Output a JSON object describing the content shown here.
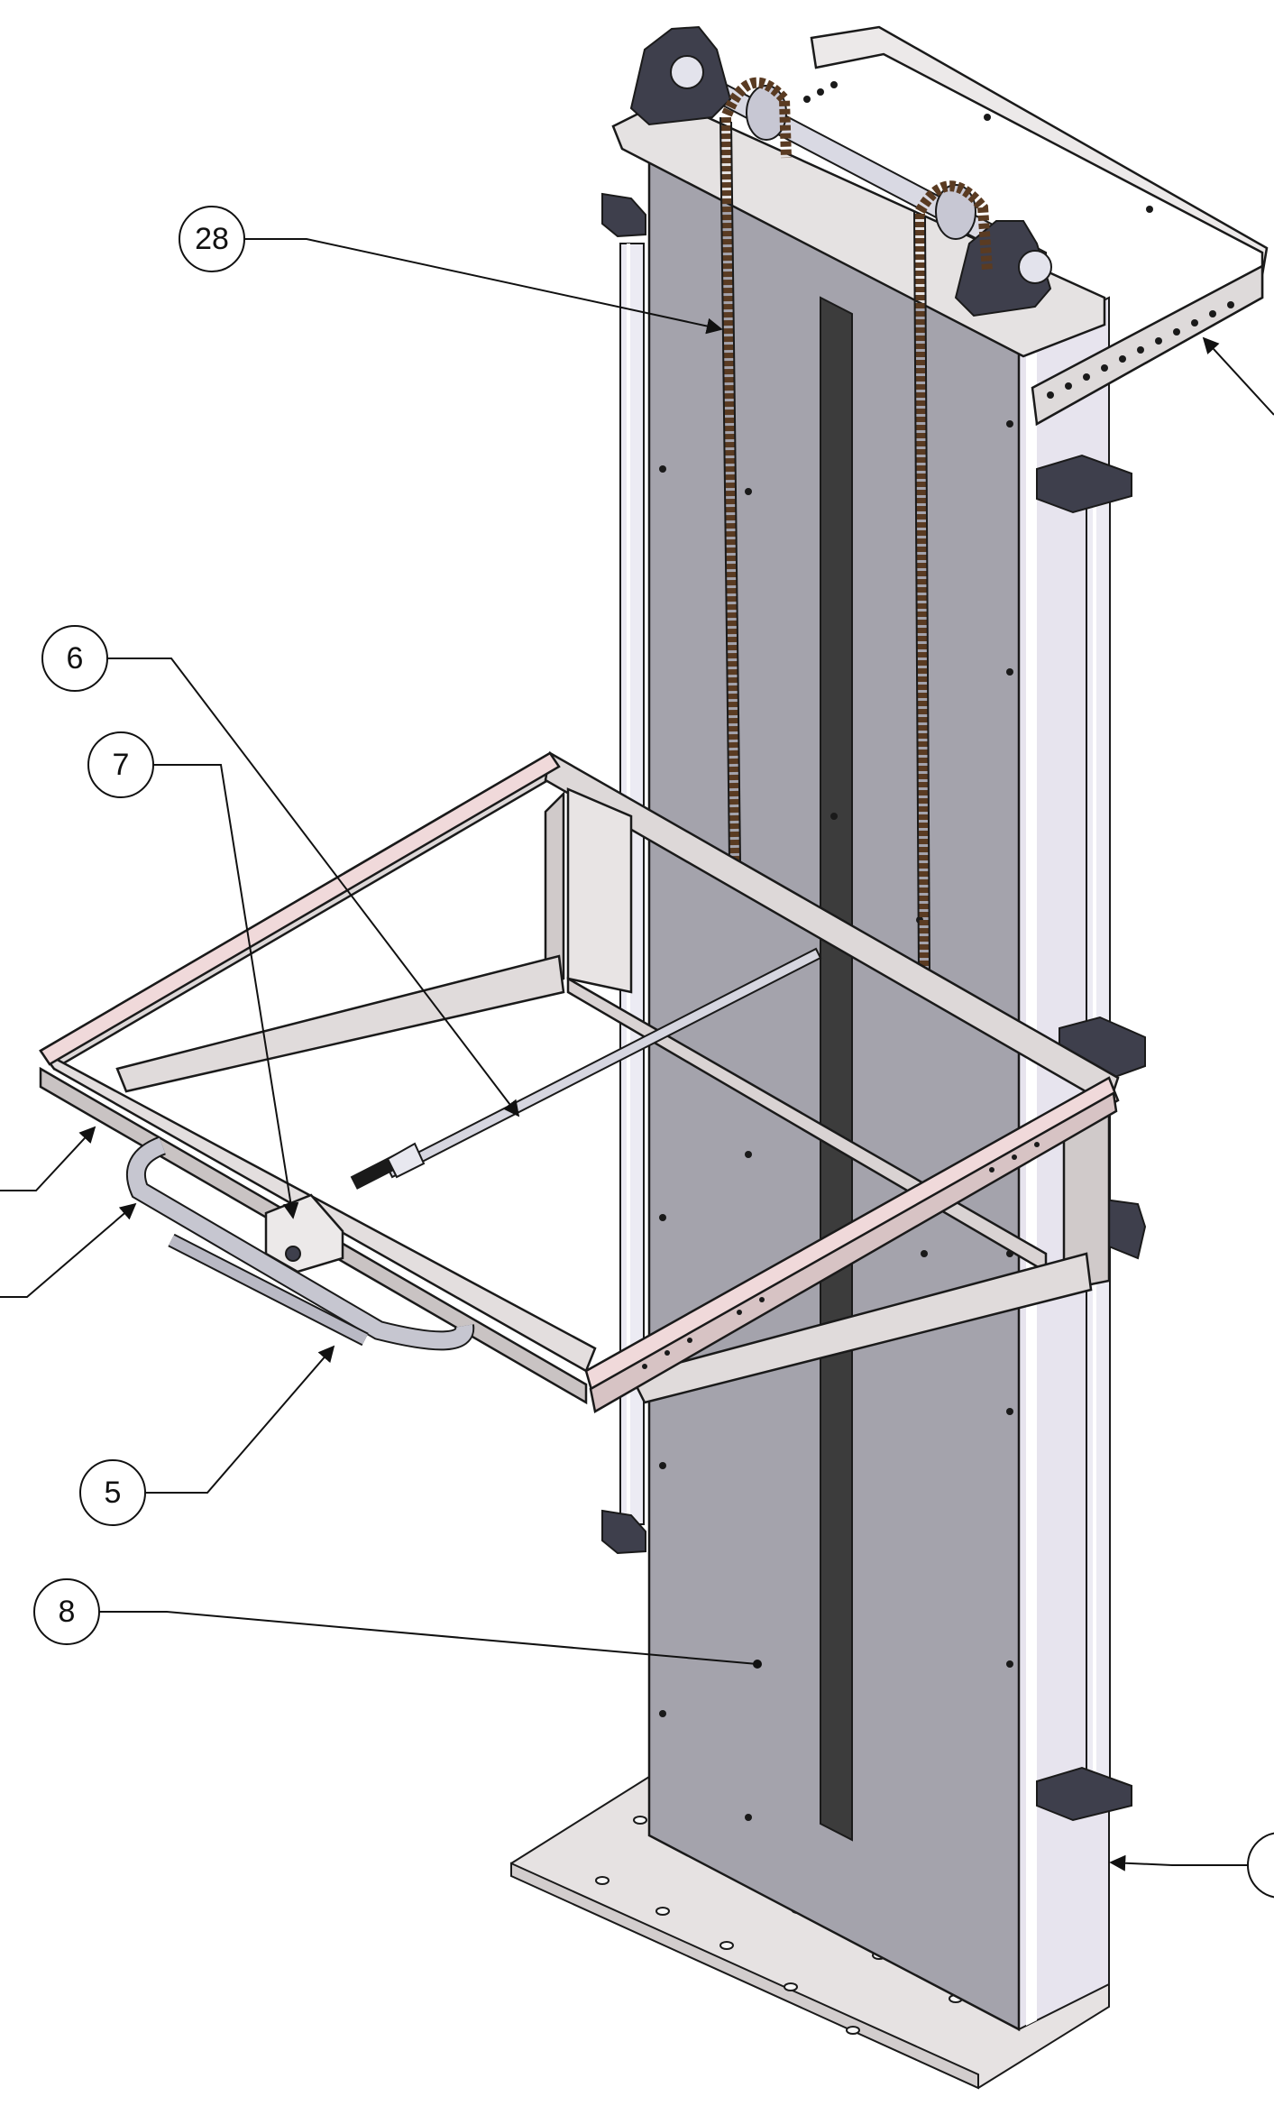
{
  "figure": {
    "callouts": [
      {
        "id": "callout-28",
        "label": "28"
      },
      {
        "id": "callout-6",
        "label": "6"
      },
      {
        "id": "callout-7",
        "label": "7"
      },
      {
        "id": "callout-5",
        "label": "5"
      },
      {
        "id": "callout-8",
        "label": "8"
      },
      {
        "id": "callout-right-edge",
        "label": ""
      }
    ],
    "colors": {
      "panel": "#a4a3ac",
      "slot": "#3c3c3c",
      "frame": "#ddd8d8",
      "frame_dark": "#bdb7b8",
      "tube": "#ecebf3",
      "chain": "#5a3b22",
      "bearing": "#3e3f4c",
      "outline": "#1a1a1a",
      "base": "#e6e2e2"
    }
  }
}
